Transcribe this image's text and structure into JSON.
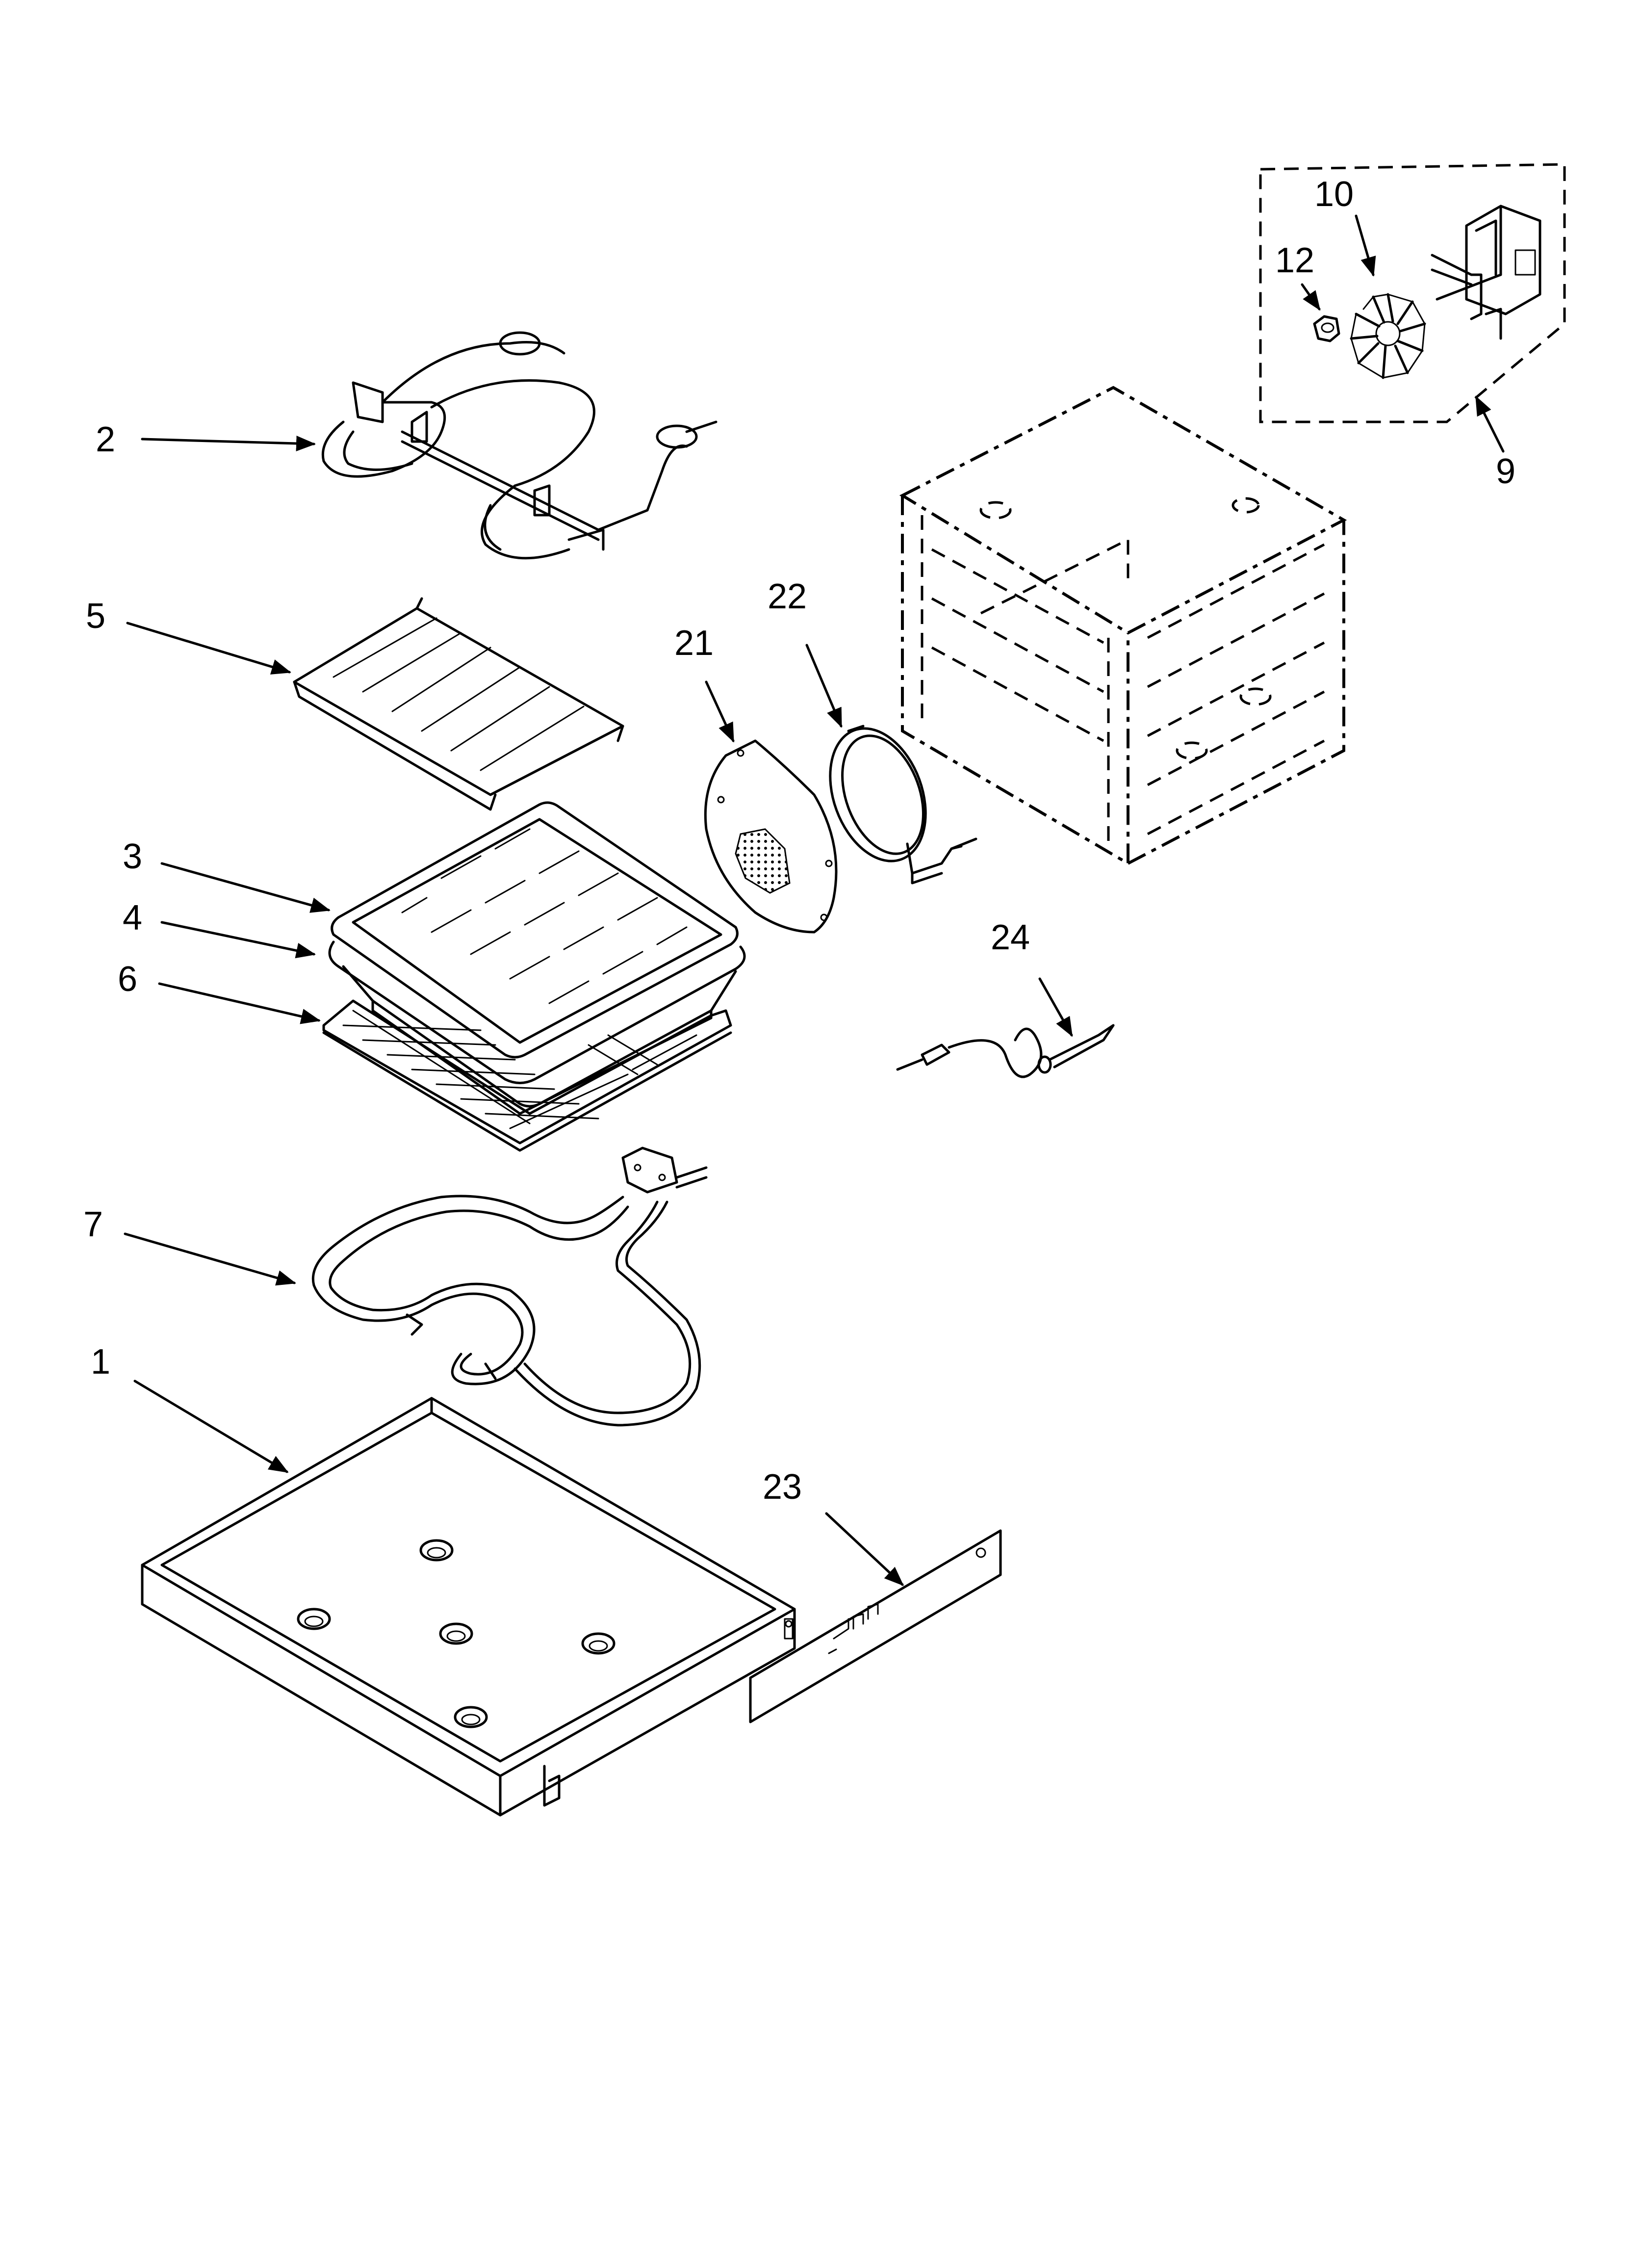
{
  "diagram": {
    "callouts": [
      {
        "id": "2",
        "text": "2"
      },
      {
        "id": "5",
        "text": "5"
      },
      {
        "id": "3",
        "text": "3"
      },
      {
        "id": "4",
        "text": "4"
      },
      {
        "id": "6",
        "text": "6"
      },
      {
        "id": "7",
        "text": "7"
      },
      {
        "id": "1",
        "text": "1"
      },
      {
        "id": "21",
        "text": "21"
      },
      {
        "id": "22",
        "text": "22"
      },
      {
        "id": "24",
        "text": "24"
      },
      {
        "id": "23",
        "text": "23"
      },
      {
        "id": "10",
        "text": "10"
      },
      {
        "id": "12",
        "text": "12"
      },
      {
        "id": "9",
        "text": "9"
      }
    ]
  }
}
